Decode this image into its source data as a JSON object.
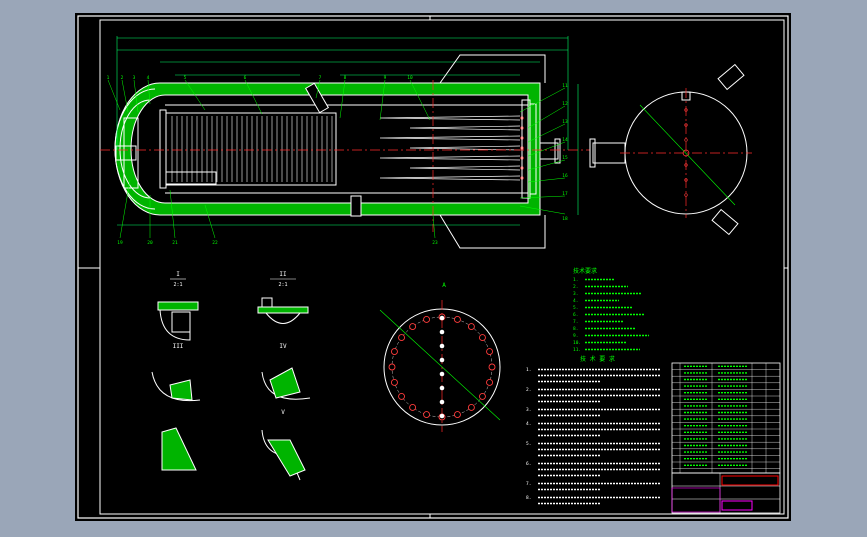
{
  "drawing": {
    "section_title": "A-A",
    "detail_labels": [
      "I",
      "II",
      "III",
      "IV",
      "V"
    ],
    "detail_scale": "2:1",
    "flange_view_title": "A",
    "table_title": "技术要求",
    "notes_title": "技 术 要 求",
    "notes": [
      "1.",
      "2.",
      "3.",
      "4.",
      "5.",
      "6.",
      "7.",
      "8."
    ],
    "part_numbers": [
      "1",
      "2",
      "3",
      "4",
      "5",
      "6",
      "7",
      "8",
      "9",
      "10",
      "11",
      "12",
      "13",
      "14",
      "15",
      "16",
      "17",
      "18",
      "19",
      "20",
      "21",
      "22",
      "23"
    ],
    "title_block": {
      "name": "",
      "number": ""
    }
  },
  "colors": {
    "background": "#000000",
    "frame": "#ffffff",
    "lines": "#ffffff",
    "insulation": "#00b400",
    "annotation": "#00ff00",
    "centerline": "#ff2a2a",
    "flange_holes": "#ff3b3b",
    "dimension": "#00ff66",
    "title_accent": "#ff00ff",
    "title_red": "#ff0000"
  }
}
